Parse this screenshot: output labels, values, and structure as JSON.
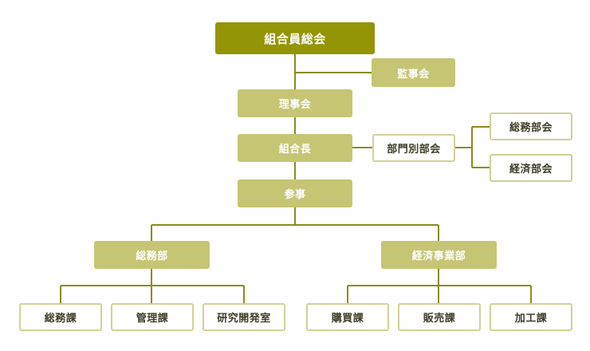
{
  "org": {
    "general_assembly": "組合員総会",
    "audit_committee": "監事会",
    "board": "理事会",
    "president": "組合長",
    "division_committee": "部門別部会",
    "general_affairs_committee": "総務部会",
    "economic_committee": "経済部会",
    "counselor": "参事",
    "general_affairs_dept": "総務部",
    "economic_dept": "経済事業部",
    "general_affairs_section": "総務課",
    "management_section": "管理課",
    "research_lab": "研究開発室",
    "purchasing_section": "購買課",
    "sales_section": "販売課",
    "processing_section": "加工課"
  },
  "colors": {
    "top_fill": "#949407",
    "box_fill": "#c6c574",
    "outline_border": "#d2d195",
    "connector": "#8c8c1a"
  }
}
